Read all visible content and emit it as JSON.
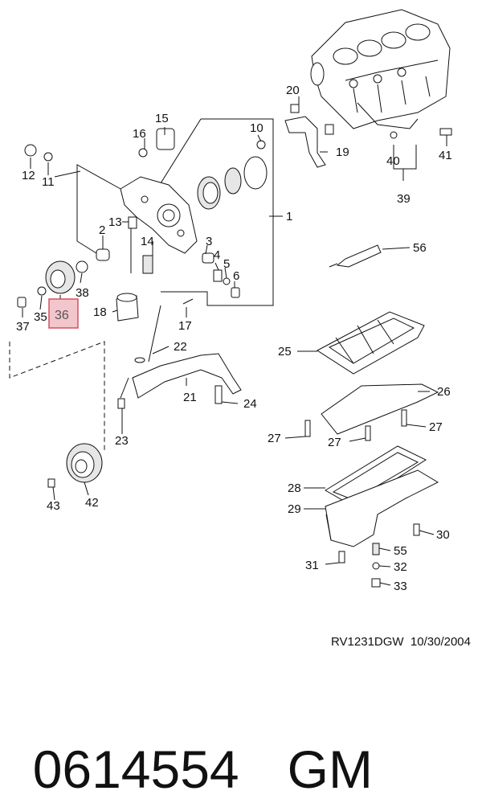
{
  "diagram": {
    "callouts": [
      "1",
      "2",
      "3",
      "4",
      "5",
      "6",
      "10",
      "11",
      "12",
      "13",
      "14",
      "15",
      "16",
      "17",
      "18",
      "19",
      "20",
      "21",
      "22",
      "23",
      "24",
      "25",
      "26",
      "27",
      "28",
      "29",
      "30",
      "31",
      "32",
      "33",
      "35",
      "36",
      "37",
      "38",
      "39",
      "40",
      "41",
      "42",
      "43",
      "55",
      "56"
    ],
    "highlighted_callout": "36",
    "highlight_color": "#f2c6cc",
    "highlight_border_color": "#d2525f",
    "drawing_code": "RV1231DGW",
    "date": "10/30/2004"
  },
  "footer": {
    "part_number": "0614554",
    "brand": "GM"
  }
}
